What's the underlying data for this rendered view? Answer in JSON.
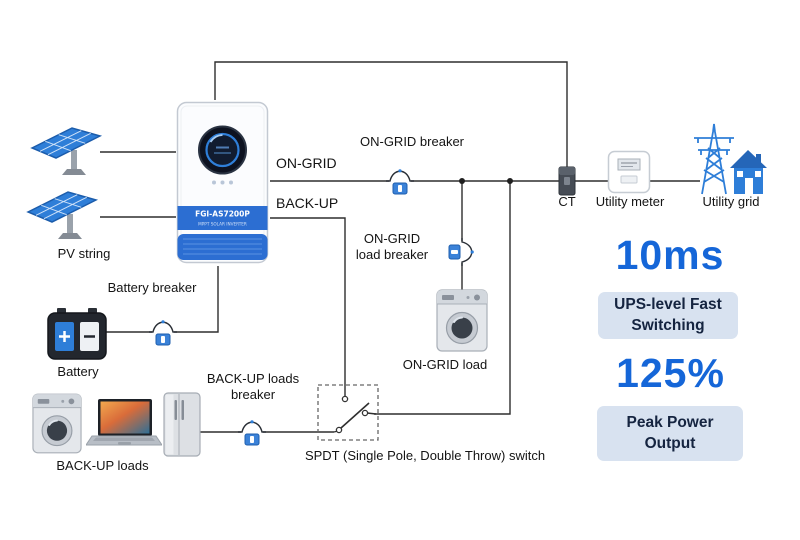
{
  "diagram": {
    "labels": {
      "pv_string": "PV string",
      "battery_breaker": "Battery breaker",
      "battery": "Battery",
      "backup_loads": "BACK-UP loads",
      "backup_loads_breaker": "BACK-UP loads\nbreaker",
      "on_grid": "ON-GRID",
      "back_up": "BACK-UP",
      "on_grid_breaker": "ON-GRID breaker",
      "on_grid_load_breaker": "ON-GRID\nload breaker",
      "on_grid_load": "ON-GRID load",
      "ct": "CT",
      "utility_meter": "Utility meter",
      "utility_grid": "Utility grid",
      "spdt_switch": "SPDT (Single Pole, Double Throw) switch"
    },
    "inverter": {
      "model": "FGI-AS7200P",
      "subtitle": "MPPT SOLAR INVERTER"
    },
    "callouts": [
      {
        "value": "10ms",
        "label": "UPS-level Fast\nSwitching"
      },
      {
        "value": "125%",
        "label": "Peak Power\nOutput"
      }
    ],
    "colors": {
      "accent_blue": "#1566d8",
      "callout_bg": "#d8e2f0",
      "callout_text": "#152440",
      "wire": "#2e2e2e",
      "device_blue": "#2e7ed8"
    }
  }
}
